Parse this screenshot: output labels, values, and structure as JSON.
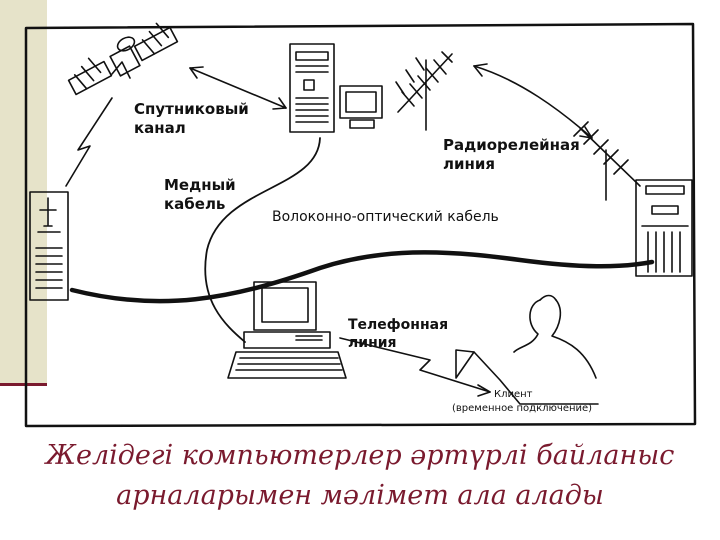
{
  "diagram": {
    "labels": {
      "satellite": [
        "Спутниковый",
        "канал"
      ],
      "radio": [
        "Радиорелейная",
        "линия"
      ],
      "copper": [
        "Медный",
        "кабель"
      ],
      "fiber": "Волоконно-оптический кабель",
      "phone": [
        "Телефонная",
        "линия"
      ],
      "client": [
        "Клиент",
        "(временное подключение)"
      ]
    }
  },
  "caption": {
    "line1": "Желідегі компьютерлер әртүрлі байланыс",
    "line2": "арналарымен мәлімет ала алады"
  },
  "colors": {
    "accent": "#7a1a2e",
    "side_bar": "#e6e3c9"
  }
}
